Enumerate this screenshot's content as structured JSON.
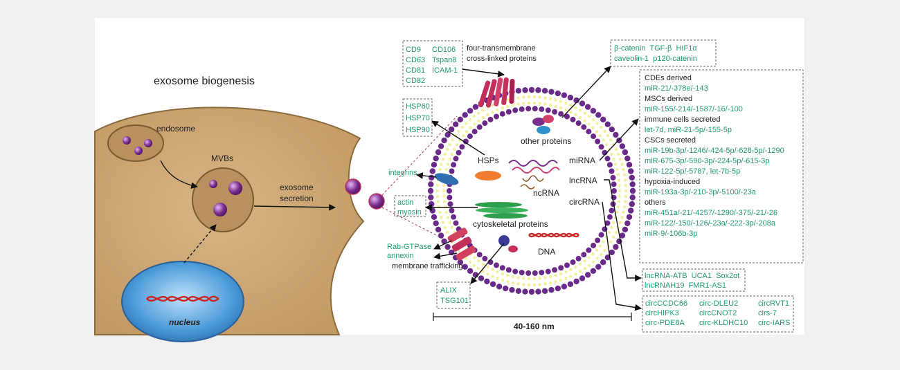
{
  "colors": {
    "background": "#f1f1f1",
    "panel": "#ffffff",
    "cell_fill": "#c9a26e",
    "cell_stroke": "#8a6a3c",
    "nucleus_fill": "#4a9ad8",
    "vesicle_purple": "#7a2e8e",
    "green_text": "#1f9a6b",
    "membrane_magenta": "#c0305a"
  },
  "left": {
    "title": "exosome biogenesis",
    "endosome": "endosome",
    "mvbs": "MVBs",
    "secretion_line1": "exosome",
    "secretion_line2": "secretion",
    "nucleus": "nucleus"
  },
  "center": {
    "four_tm_line1": "four-transmembrane",
    "four_tm_line2": "cross-linked proteins",
    "other_proteins": "other proteins",
    "hsps": "HSPs",
    "mirna": "miRNA",
    "ncrna": "ncRNA",
    "lncrna": "lncRNA",
    "circrna": "circRNA",
    "cytoskeletal": "cytoskeletal proteins",
    "dna": "DNA",
    "membrane_trafficking": "membrane trafficking",
    "size": "40-160 nm"
  },
  "boxes": {
    "tetraspanins": [
      [
        "CD9",
        "CD106"
      ],
      [
        "CD63",
        "Tspan8"
      ],
      [
        "CD81",
        "ICAM-1"
      ],
      [
        "CD82",
        ""
      ]
    ],
    "hsp": [
      "HSP60",
      "HSP70",
      "HSP90"
    ],
    "integrins": "integrins",
    "cyto": [
      "actin",
      "myosin"
    ],
    "trafficking": [
      "Rab-GTPase",
      "annexin"
    ],
    "alix": [
      "ALIX",
      "TSG101"
    ],
    "other_proteins": [
      "β-catenin  TGF-β  HIF1α",
      "caveolin-1  p120-catenin"
    ],
    "lncrna": [
      "lncRNA-ATB  UCA1  Sox2ot",
      "lncRNAH19  FMR1-AS1"
    ],
    "circrna": [
      [
        "circCCDC66",
        "circ-DLEU2",
        "circRVT1"
      ],
      [
        "circHIPK3",
        "circCNOT2",
        "cirs-7"
      ],
      [
        "circ-PDE8A",
        "circ-KLDHC10",
        "circ-IARS"
      ]
    ]
  },
  "mirna_list": [
    {
      "head": "CDEs derived",
      "items": [
        "miR-21/-378e/-143"
      ]
    },
    {
      "head": "MSCs derived",
      "items": [
        "miR-155/-214/-1587/-16/-100"
      ]
    },
    {
      "head": "immune cells secreted",
      "items": [
        "let-7d, miR-21-5p/-155-5p"
      ]
    },
    {
      "head": "CSCs secreted",
      "items": [
        "miR-19b-3p/-1246/-424-5p/-628-5p/-1290",
        "miR-675-3p/-590-3p/-224-5p/-615-3p",
        "miR-122-5p/-5787, let-7b-5p"
      ]
    },
    {
      "head": "hypoxia-induced",
      "items": [
        "miR-193a-3p/-210-3p/-5100/-23a"
      ]
    },
    {
      "head": "others",
      "items": [
        "miR-451a/-21/-4257/-1290/-375/-21/-26",
        "miR-122/-150/-126/-23a/-222-3p/-208a",
        "miR-9/-106b-3p"
      ]
    }
  ]
}
